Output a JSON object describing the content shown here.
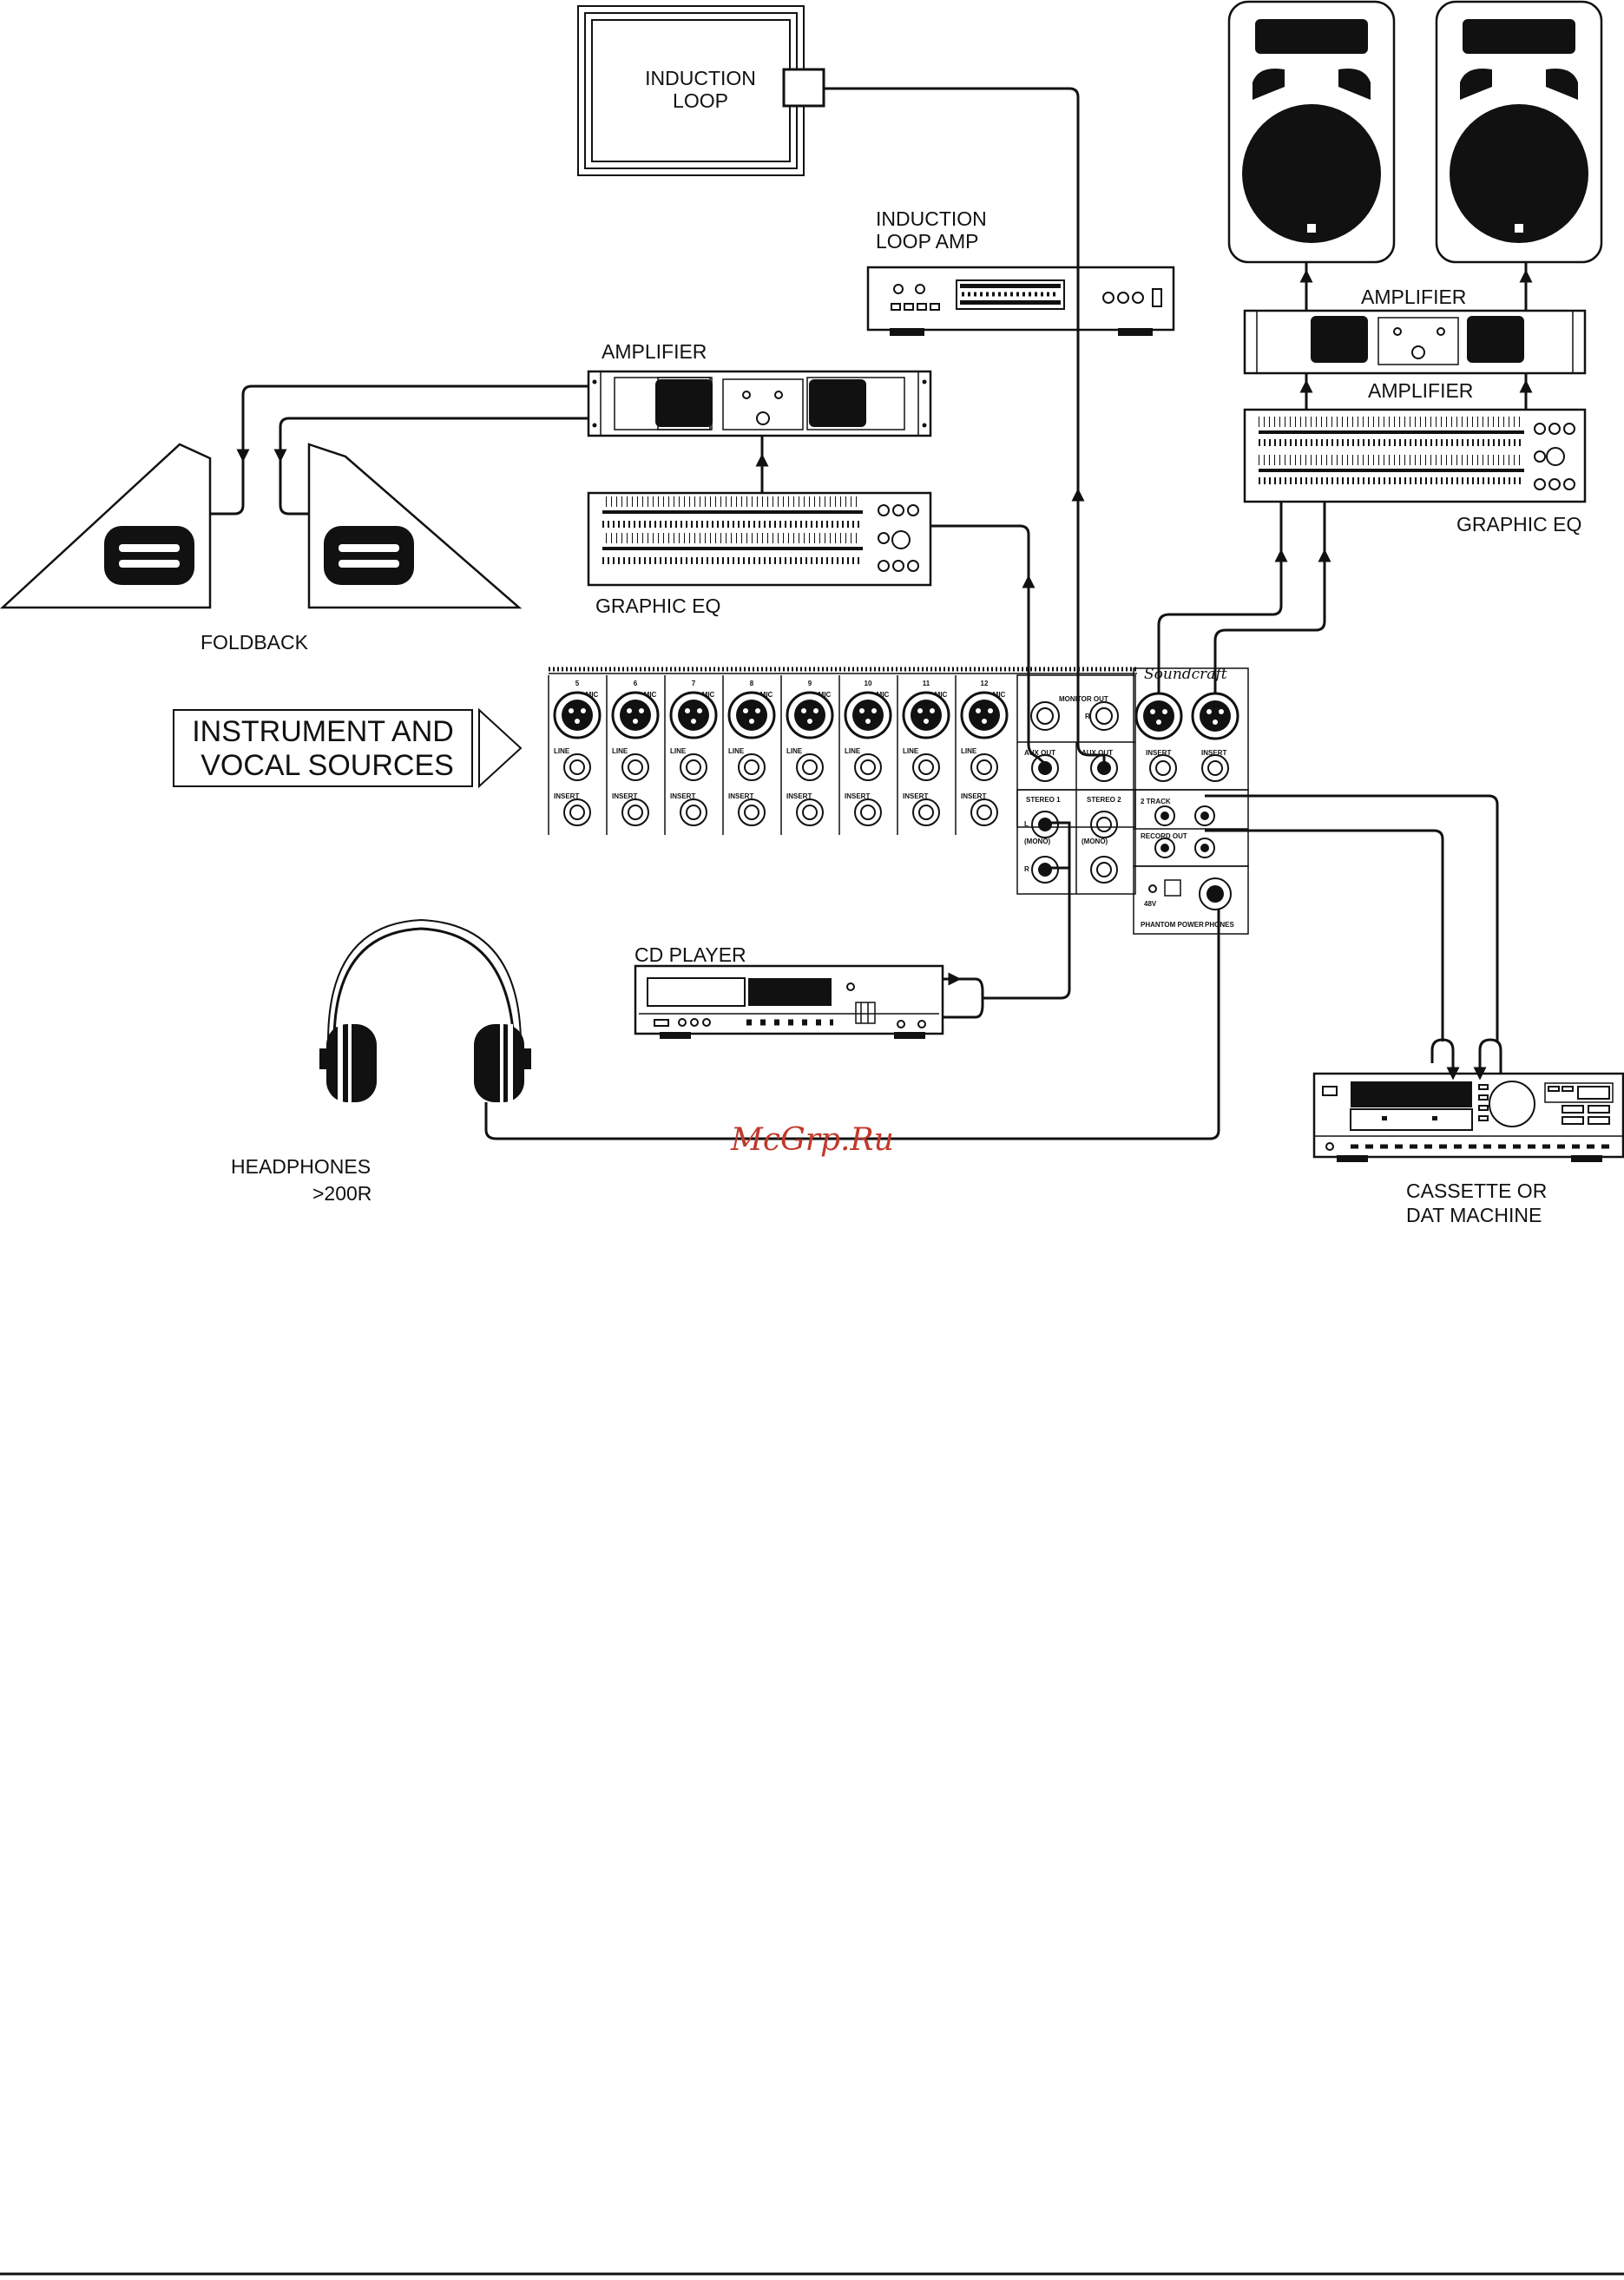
{
  "labels": {
    "induction_loop": [
      "INDUCTION",
      "LOOP"
    ],
    "induction_loop_amp": [
      "INDUCTION",
      "LOOP AMP"
    ],
    "amplifier_left": "AMPLIFIER",
    "graphic_eq_left": "GRAPHIC EQ",
    "foldback": "FOLDBACK",
    "instrument_sources": [
      "INSTRUMENT AND",
      "VOCAL SOURCES"
    ],
    "amplifier_right_top": "AMPLIFIER",
    "amplifier_right_bottom": "AMPLIFIER",
    "graphic_eq_right": "GRAPHIC EQ",
    "cd_player": "CD PLAYER",
    "headphones": [
      "HEADPHONES",
      ">200R"
    ],
    "cassette": [
      "CASSETTE OR",
      "DAT MACHINE"
    ],
    "watermark": "McGrp.Ru"
  },
  "mixer": {
    "brand": "Soundcraft",
    "channels": [
      "5",
      "6",
      "7",
      "8",
      "9",
      "10",
      "11",
      "12"
    ],
    "mic_label": "MIC",
    "line_label": "LINE",
    "insert_label": "INSERT",
    "monitor_out": "MONITOR OUT",
    "aux_out": "AUX OUT",
    "stereo1": "STEREO 1",
    "stereo2": "STEREO 2",
    "mono": "(MONO)",
    "two_track": "2 TRACK",
    "record_out": "RECORD OUT",
    "phantom_power": "PHANTOM POWER",
    "phones": "PHONES",
    "v48": "48V",
    "l": "L",
    "r": "R"
  },
  "colors": {
    "ink": "#111111",
    "watermark": "#c0392b",
    "panel": "#ffffff",
    "bg": "#ffffff"
  }
}
